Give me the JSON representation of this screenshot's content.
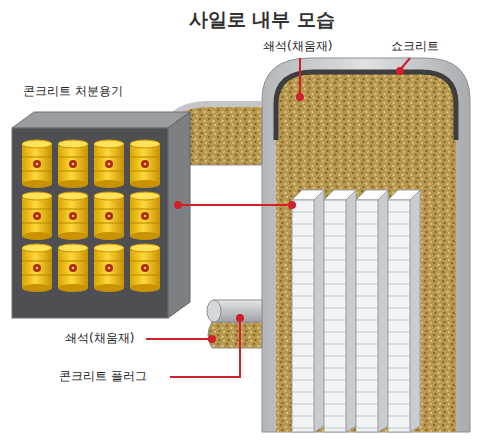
{
  "diagram": {
    "title": "사일로 내부 모습",
    "labels": [
      "쇄석(채움재)",
      "쇼크리트",
      "콘크리트 처분용기",
      "쇄석(채움재)",
      "콘크리트 플러그"
    ]
  }
}
